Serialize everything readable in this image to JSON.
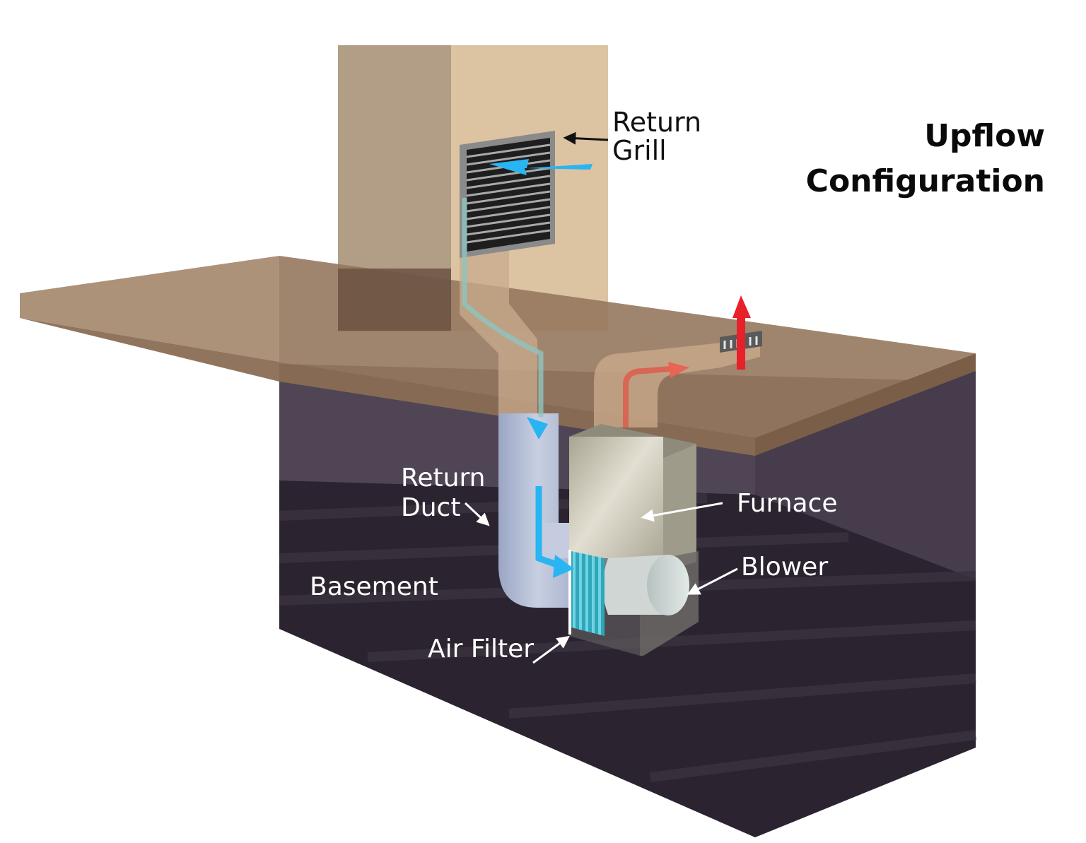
{
  "title": {
    "line1": "Upflow",
    "line2": "Configuration"
  },
  "labels": {
    "return_grill_line1": "Return",
    "return_grill_line2": "Grill",
    "return_duct_line1": "Return",
    "return_duct_line2": "Duct",
    "furnace": "Furnace",
    "blower": "Blower",
    "basement": "Basement",
    "air_filter": "Air Filter"
  },
  "colors": {
    "wall_front": "#B29D87",
    "wall_side": "#DCC3A2",
    "floor_top": "#96785E",
    "floor_front": "#856A52",
    "basement_back": "#4F4555",
    "basement_floor": "#2B2430",
    "return_air": "#29B4F2",
    "supply_air": "#E8202A",
    "furnace_body": "#BDB9A8",
    "filter": "#3FB6C9"
  }
}
